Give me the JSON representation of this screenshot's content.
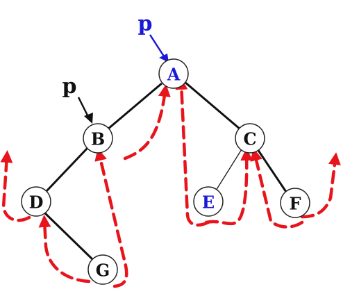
{
  "pointers": [
    {
      "id": "p-root",
      "label": "p",
      "color": "#1a1ad6",
      "target": "A"
    },
    {
      "id": "p-b",
      "label": "p",
      "color": "#111111",
      "target": "B"
    }
  ],
  "nodes": [
    {
      "id": "A",
      "label": "A",
      "color": "#1a1ad6"
    },
    {
      "id": "B",
      "label": "B",
      "color": "#111111"
    },
    {
      "id": "C",
      "label": "C",
      "color": "#111111"
    },
    {
      "id": "D",
      "label": "D",
      "color": "#111111"
    },
    {
      "id": "E",
      "label": "E",
      "color": "#1a1ad6"
    },
    {
      "id": "F",
      "label": "F",
      "color": "#111111"
    },
    {
      "id": "G",
      "label": "G",
      "color": "#111111"
    }
  ],
  "edges": [
    {
      "from": "A",
      "to": "B"
    },
    {
      "from": "A",
      "to": "C"
    },
    {
      "from": "B",
      "to": "D"
    },
    {
      "from": "D",
      "to": "G"
    },
    {
      "from": "C",
      "to": "E"
    },
    {
      "from": "C",
      "to": "F"
    }
  ],
  "threads": [
    {
      "from": "D",
      "to": "null"
    },
    {
      "from": "G",
      "to": "D"
    },
    {
      "from": "G",
      "to": "B"
    },
    {
      "from": "B",
      "to": "A"
    },
    {
      "from": "E",
      "to": "A"
    },
    {
      "from": "E",
      "to": "C"
    },
    {
      "from": "F",
      "to": "C"
    },
    {
      "from": "F",
      "to": "null"
    }
  ],
  "colors": {
    "thread": "#e8141b",
    "edge": "#111111",
    "highlight": "#1a1ad6"
  }
}
